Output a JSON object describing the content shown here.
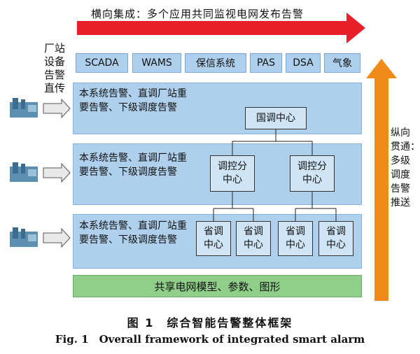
{
  "top_banner": "横向集成：多个应用共同监视电网发布告警",
  "left_label": [
    "厂站",
    "设备",
    "告警",
    "直传"
  ],
  "systems": [
    "SCADA",
    "WAMS",
    "保信系统",
    "PAS",
    "DSA",
    "气象"
  ],
  "tiers": [
    {
      "text": "本系统告警、直调厂站重要告警、下级调度告警",
      "centers": [
        "国调中心"
      ]
    },
    {
      "text": "本系统告警、直调厂站重要告警、下级调度告警",
      "centers": [
        "调控分中心",
        "调控分中心"
      ]
    },
    {
      "text": "本系统告警、直调厂站重要告警、下级调度告警",
      "centers": [
        "省调中心",
        "省调中心",
        "省调中心",
        "省调中心"
      ]
    }
  ],
  "shared_model": "共享电网模型、参数、图形",
  "right_label": [
    "纵向",
    "贯通：",
    "多级",
    "调度",
    "告警",
    "推送"
  ],
  "caption": {
    "cn": "图 1　综合智能告警整体框架",
    "en": "Fig. 1　Overall framework of integrated smart alarm"
  },
  "colors": {
    "banner_arrow": "#e8202a",
    "vertical_arrow": "#f08a1a",
    "tier_bg": "#aed0ec",
    "shared_bg": "#8fcf8a"
  }
}
